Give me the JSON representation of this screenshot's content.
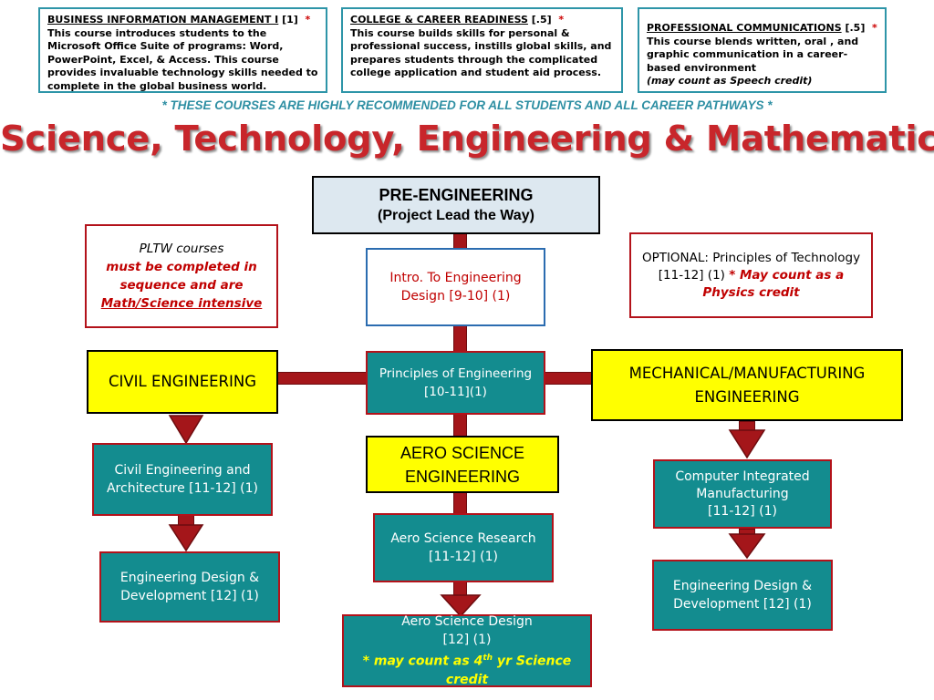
{
  "top_courses": [
    {
      "title": "BUSINESS INFORMATION MANAGEMENT I",
      "credit": "[1]",
      "star": "*",
      "desc": "This course introduces students to the Microsoft Office Suite of programs:  Word, PowerPoint, Excel, & Access.  This course provides invaluable technology skills needed to complete in the global business world."
    },
    {
      "title": "COLLEGE & CAREER READINESS",
      "credit": "[.5]",
      "star": "*",
      "desc": "This course builds skills for personal & professional success, instills global skills, and prepares students through the complicated college application and student aid process."
    },
    {
      "title": "PROFESSIONAL COMMUNICATIONS",
      "credit": "[.5]",
      "star": "*",
      "desc": "This course blends written, oral , and graphic communication in a career-based environment",
      "note": "(may count as Speech credit)"
    }
  ],
  "banner": "*  THESE COURSES ARE HIGHLY RECOMMENDED FOR ALL STUDENTS AND ALL CAREER PATHWAYS *",
  "title": "Science, Technology, Engineering & Mathematics",
  "pre_engineering": {
    "line1": "PRE-ENGINEERING",
    "line2": "(Project Lead the Way)"
  },
  "pltw_note": {
    "line1": "PLTW courses",
    "line2": "must be completed in sequence and are",
    "line3": "Math/Science intensive"
  },
  "optional": {
    "line1": "OPTIONAL:  Principles of Technology",
    "line2": "[11-12] (1)",
    "line3": "* May count as a Physics credit"
  },
  "intro_course": {
    "line1": "Intro. To Engineering",
    "line2": "Design [9-10] (1)"
  },
  "principles_course": {
    "line1": "Principles of Engineering",
    "line2": "[10-11](1)"
  },
  "civil": {
    "label": "CIVIL ENGINEERING",
    "course1": {
      "line1": "Civil Engineering and",
      "line2": "Architecture [11-12] (1)"
    },
    "course2": {
      "line1": "Engineering Design &",
      "line2": "Development [12] (1)"
    }
  },
  "aero": {
    "label1": "AERO SCIENCE",
    "label2": "ENGINEERING",
    "course1": {
      "line1": "Aero Science Research",
      "line2": "[11-12] (1)"
    },
    "course2": {
      "line1": "Aero Science Design",
      "line2": "[12] (1)",
      "line3a": "* may count as 4",
      "line3sup": "th",
      "line3b": " yr Science credit"
    }
  },
  "mechanical": {
    "label1": "MECHANICAL/MANUFACTURING",
    "label2": "ENGINEERING",
    "course1": {
      "line1": "Computer Integrated",
      "line2": "Manufacturing",
      "line3": "[11-12] (1)"
    },
    "course2": {
      "line1": "Engineering Design &",
      "line2": "Development [12] (1)"
    }
  },
  "colors": {
    "teal": "#138c8f",
    "red": "#c8262b",
    "yellow": "#ffff00",
    "banner": "#2e8fa3"
  }
}
